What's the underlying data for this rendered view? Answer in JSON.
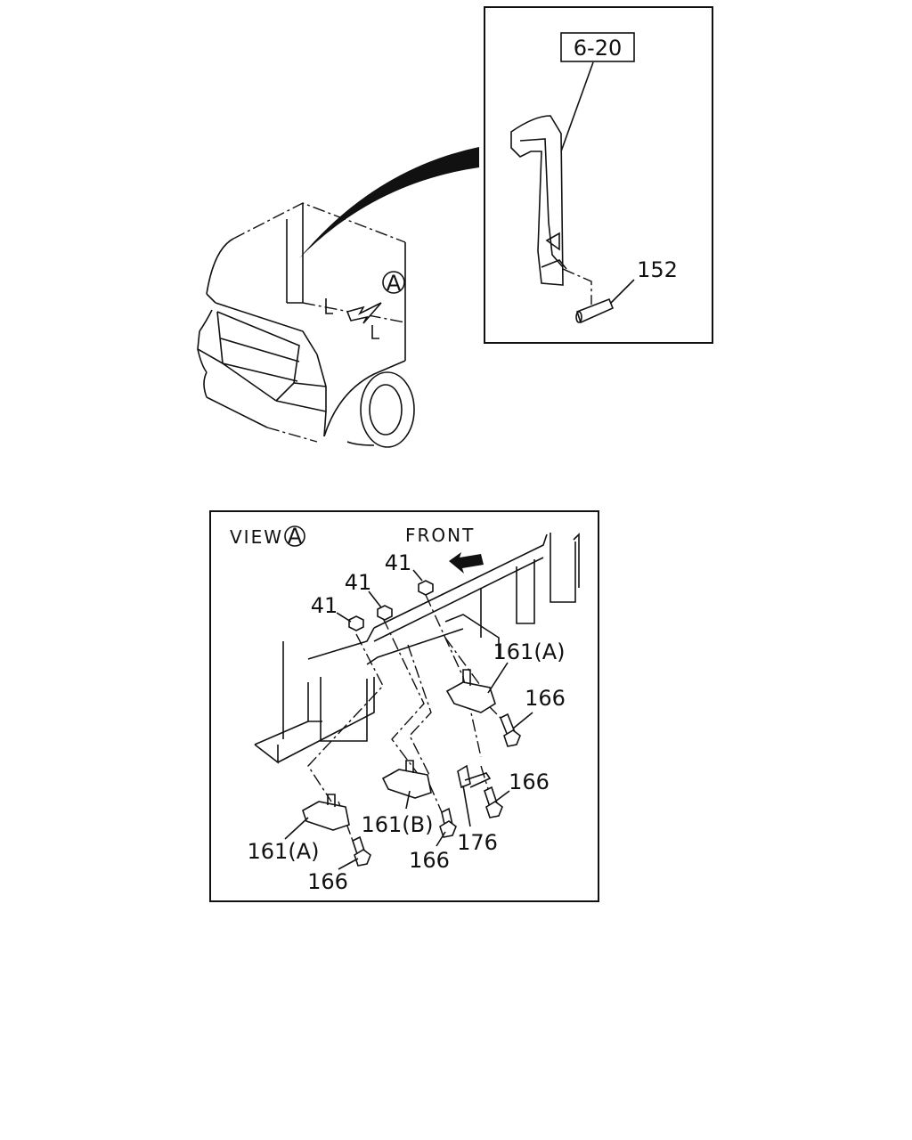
{
  "detail_callout": {
    "ref_label": "6-20",
    "part_label": "152"
  },
  "view_marker": "A",
  "view_panel": {
    "view_title": "VIEW",
    "view_letter": "A",
    "front_label": "FRONT",
    "labels": {
      "nut_top": "41",
      "nut_mid": "41",
      "nut_left": "41",
      "bracket_right": "161(A)",
      "bolt_right_top": "166",
      "bolt_right_mid": "166",
      "bracket_mid": "161(B)",
      "part_176": "176",
      "bolt_mid": "166",
      "bracket_left": "161(A)",
      "bolt_left": "166"
    }
  }
}
